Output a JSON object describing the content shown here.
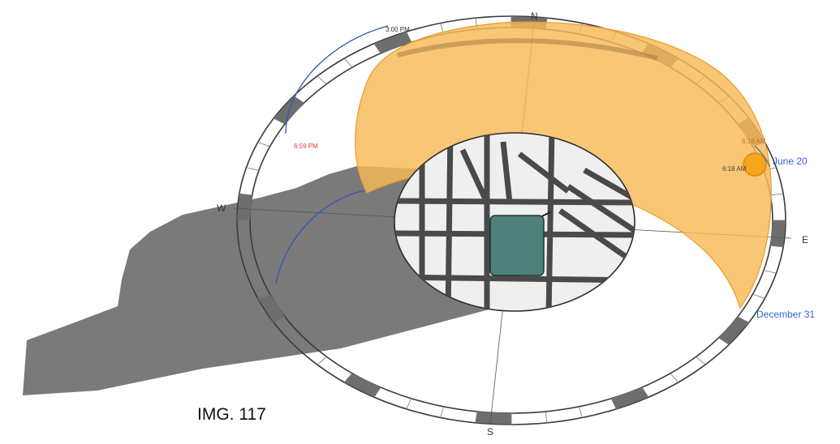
{
  "compass": {
    "north": "N",
    "south": "S",
    "east": "E",
    "west": "W"
  },
  "sun_path": {
    "time_labels": {
      "afternoon": "3:00 PM",
      "sunset": "6:59 PM",
      "sunrise_top": "6:18 AM",
      "sunrise": "6:18 AM"
    },
    "date_labels": {
      "summer": "June 20",
      "winter": "December 31"
    }
  },
  "caption": "IMG. 117",
  "colors": {
    "sun_band": "#f7b955",
    "sun_band_edge": "#e89c2a",
    "shadow": "#7a7a7a",
    "ground": "#efefef",
    "streets": "#4a4a4a",
    "site": "#4f8079",
    "sun_path_line": "#3355bb",
    "time_red": "#e23b3b",
    "time_orange": "#c8732a",
    "date_blue": "#3366cc",
    "ring_dark": "#6e6e6e",
    "sun": "#f7a51c"
  }
}
